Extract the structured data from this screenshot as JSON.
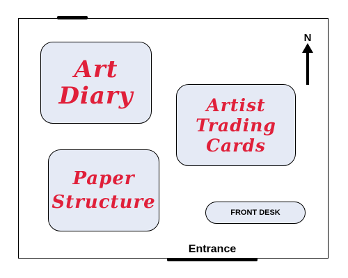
{
  "stations": [
    {
      "label": "Art\nDiary"
    },
    {
      "label": "Artist\nTrading\nCards"
    },
    {
      "label": "Paper\nStructure"
    }
  ],
  "front_desk": {
    "label": "FRONT DESK"
  },
  "entrance": {
    "label": "Entrance"
  },
  "compass": {
    "label": "N"
  },
  "colors": {
    "station_text": "#e0203a",
    "station_fill": "#e5eaf5",
    "wall": "#000000"
  }
}
